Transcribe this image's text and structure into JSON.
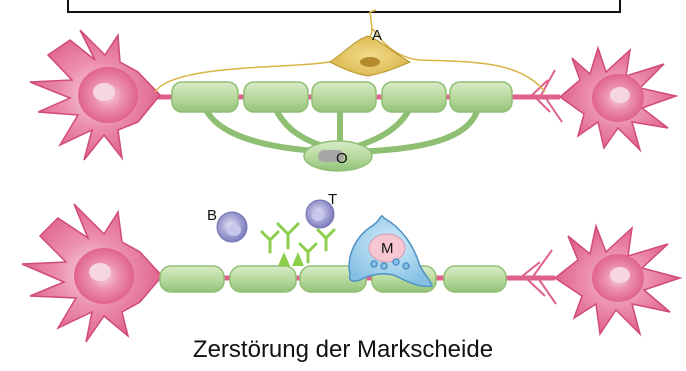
{
  "labels": {
    "astrocyte": "A",
    "oligodendrocyte": "O",
    "b_cell": "B",
    "t_cell": "T",
    "macrophage": "M"
  },
  "caption": "Zerstörung der Markscheide",
  "colors": {
    "neuron": "#e0608c",
    "neuron_core": "#f3c2d3",
    "myelin": "#b7d99c",
    "myelin_edge": "#8fbf73",
    "axon": "#e0608c",
    "astrocyte": "#e2c25c",
    "lymphocyte": "#a9a9d8",
    "macrophage": "#9ed0ec",
    "antibody": "#8ccf4c"
  }
}
